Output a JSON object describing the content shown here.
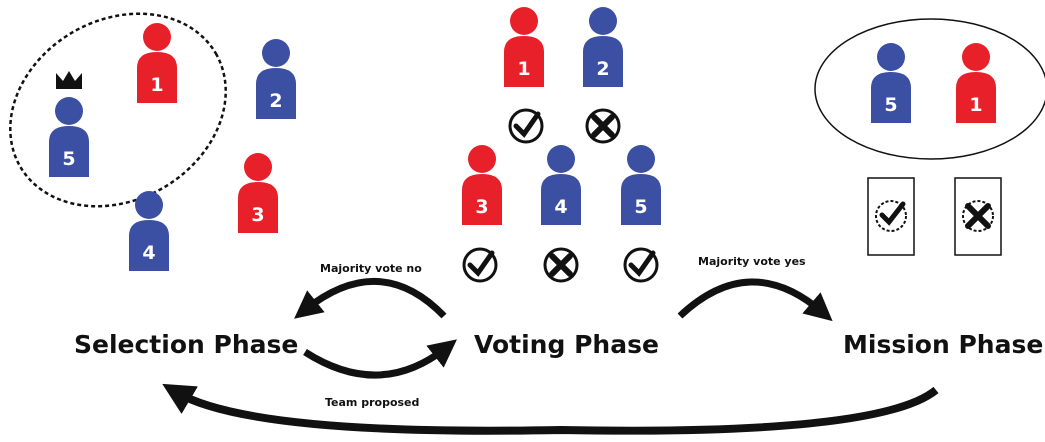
{
  "colors": {
    "red": "#e8202a",
    "blue": "#3b4fa3",
    "ink": "#111111"
  },
  "players": {
    "p1": "1",
    "p2": "2",
    "p3": "3",
    "p4": "4",
    "p5": "5"
  },
  "phases": {
    "selection": "Selection Phase",
    "voting": "Voting Phase",
    "mission": "Mission Phase"
  },
  "arrows": {
    "majority_no": "Majority vote no",
    "majority_yes": "Majority vote yes",
    "team_proposed": "Team proposed"
  },
  "icons": {
    "leader": "crown-icon",
    "approve": "check-circle-icon",
    "reject": "x-circle-icon",
    "success_card": "check-card-icon",
    "fail_card": "x-card-icon"
  }
}
